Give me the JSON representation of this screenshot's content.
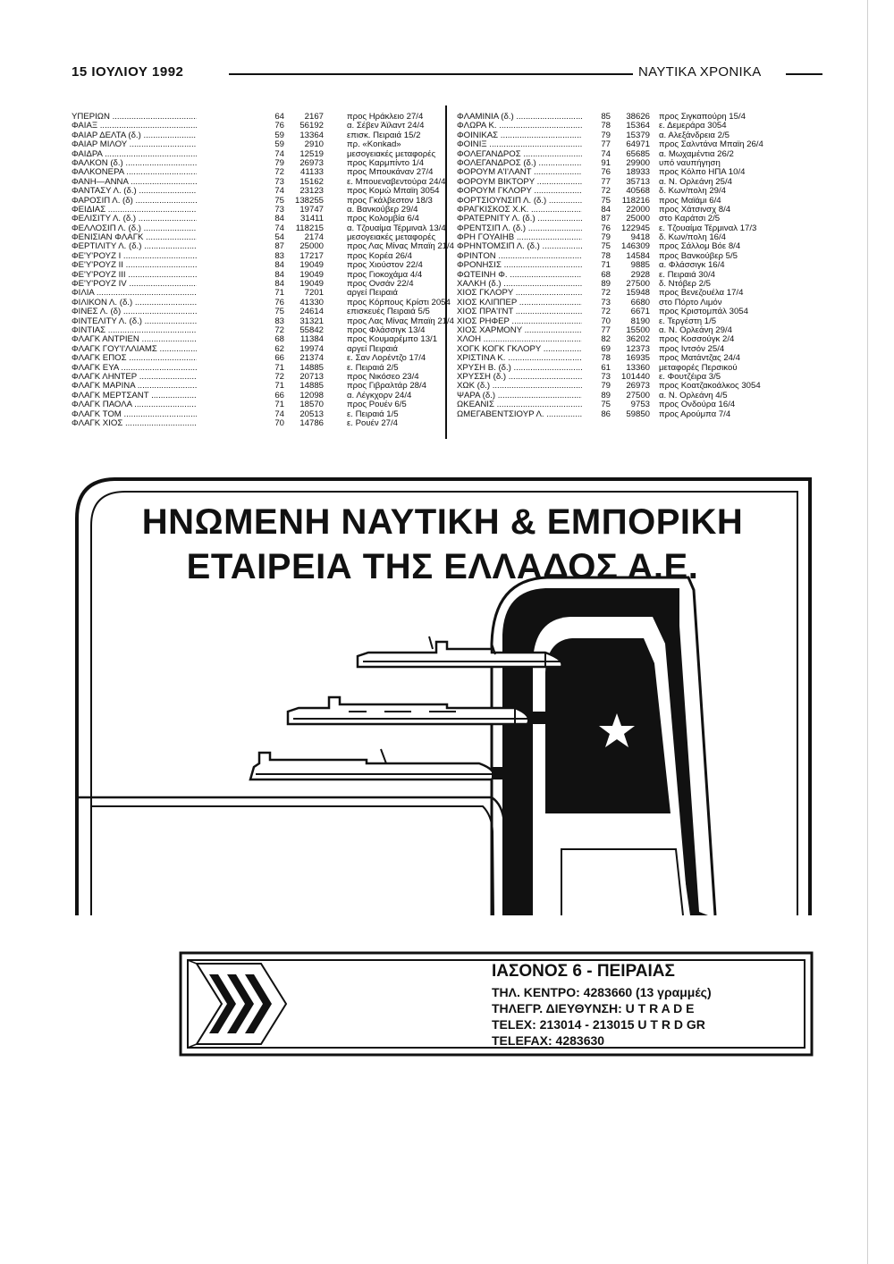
{
  "header": {
    "date": "15 ΙΟΥΛΙΟΥ 1992",
    "publication": "ΝΑΥΤΙΚΑ ΧΡΟΝΙΚΑ"
  },
  "ship_list_left": [
    {
      "name": "ΥΠΕΡΙΩΝ",
      "age": "64",
      "dwt": "2167",
      "position": "προς Ηράκλειο 27/4"
    },
    {
      "name": "ΦΑΙΑΞ",
      "age": "76",
      "dwt": "56192",
      "position": "α. Σέβεν Άϊλαντ 24/4"
    },
    {
      "name": "ΦΑΙΑΡ ΔΕΛΤΑ (δ.)",
      "age": "59",
      "dwt": "13364",
      "position": "επισκ. Πειραιά 15/2"
    },
    {
      "name": "ΦΑΙΑΡ ΜΙΛΟΥ",
      "age": "59",
      "dwt": "2910",
      "position": "πρ. «Konkad»"
    },
    {
      "name": "ΦΑΙΔΡΑ",
      "age": "74",
      "dwt": "12519",
      "position": "μεσογειακές μεταφορές"
    },
    {
      "name": "ΦΑΛΚΟΝ (δ.)",
      "age": "79",
      "dwt": "26973",
      "position": "προς Καρμπίντο 1/4"
    },
    {
      "name": "ΦΑΛΚΟΝΕΡΑ",
      "age": "72",
      "dwt": "41133",
      "position": "προς Μπουκάναν 27/4"
    },
    {
      "name": "ΦΑΝΗ—ΑΝΝΑ",
      "age": "73",
      "dwt": "15162",
      "position": "ε. Μπουεναβεντούρα 24/4"
    },
    {
      "name": "ΦΑΝΤΑΣΥ Λ. (δ.)",
      "age": "74",
      "dwt": "23123",
      "position": "προς Κομώ Μπαϊη 3054"
    },
    {
      "name": "ΦΑΡΟΣΙΠ Λ. (δ)",
      "age": "75",
      "dwt": "138255",
      "position": "προς Γκάλβεστον 18/3"
    },
    {
      "name": "ΦΕΙΔΙΑΣ",
      "age": "73",
      "dwt": "19747",
      "position": "α. Βανκούβερ 29/4"
    },
    {
      "name": "ΦΕΛΙΣΙΤΥ Λ. (δ.)",
      "age": "84",
      "dwt": "31411",
      "position": "προς Κολομβία 6/4"
    },
    {
      "name": "ΦΕΛΛΟΣΙΠ Λ. (δ.)",
      "age": "74",
      "dwt": "118215",
      "position": "α. Τζουαίμα Τέρμιναλ 13/4"
    },
    {
      "name": "ΦΕΝΙΣΙΑΝ ΦΛΑΓΚ",
      "age": "54",
      "dwt": "2174",
      "position": "μεσογειακές μεταφορές"
    },
    {
      "name": "ΦΕΡΤΙΛΙΤΥ Λ. (δ.)",
      "age": "87",
      "dwt": "25000",
      "position": "προς Λας Μίνας Μπαϊη 21/4"
    },
    {
      "name": "ΦΕ'Υ'ΡΟΥΖ Ι",
      "age": "83",
      "dwt": "17217",
      "position": "προς Κορέα 26/4"
    },
    {
      "name": "ΦΕ'Υ'ΡΟΥΖ ΙΙ",
      "age": "84",
      "dwt": "19049",
      "position": "προς Χιούστον 22/4"
    },
    {
      "name": "ΦΕ'Υ'ΡΟΥΖ ΙΙΙ",
      "age": "84",
      "dwt": "19049",
      "position": "προς Γιοκοχάμα 4/4"
    },
    {
      "name": "ΦΕ'Υ'ΡΟΥΖ ΙV",
      "age": "84",
      "dwt": "19049",
      "position": "προς Ονσάν 22/4"
    },
    {
      "name": "ΦΙΛΙΑ",
      "age": "71",
      "dwt": "7201",
      "position": "αργεί Πειραιά"
    },
    {
      "name": "ΦΙΛΙΚΟΝ Λ. (δ.)",
      "age": "76",
      "dwt": "41330",
      "position": "προς Κόρπους Κρίστι 2054"
    },
    {
      "name": "ΦΙΝΕΣ Λ. (δ)",
      "age": "75",
      "dwt": "24614",
      "position": "επισκευές Πειραιά 5/5"
    },
    {
      "name": "ΦΙΝΤΕΛΙΤΥ Λ. (δ.)",
      "age": "83",
      "dwt": "31321",
      "position": "προς Λας Μίνας Μπαϊη 21/4"
    },
    {
      "name": "ΦΙΝΤΙΑΣ",
      "age": "72",
      "dwt": "55842",
      "position": "προς Φλάσσιγκ 13/4"
    },
    {
      "name": "ΦΛΑΓΚ ΑΝΤΡΙΕΝ",
      "age": "68",
      "dwt": "11384",
      "position": "προς Κουμαρέμπο 13/1"
    },
    {
      "name": "ΦΛΑΓΚ ΓΟΥ'Ι'ΛΛΙΑΜΣ",
      "age": "62",
      "dwt": "19974",
      "position": "αργεί Πειραιά"
    },
    {
      "name": "ΦΛΑΓΚ ΕΠΟΣ",
      "age": "66",
      "dwt": "21374",
      "position": "ε. Σαν Λορέντζο 17/4"
    },
    {
      "name": "ΦΛΑΓΚ ΕΥΑ",
      "age": "71",
      "dwt": "14885",
      "position": "ε. Πειραιά 2/5"
    },
    {
      "name": "ΦΛΑΓΚ ΛΗΝΤΕΡ",
      "age": "72",
      "dwt": "20713",
      "position": "προς Νικόσεο 23/4"
    },
    {
      "name": "ΦΛΑΓΚ ΜΑΡΙΝΑ",
      "age": "71",
      "dwt": "14885",
      "position": "προς Γιβραλτάρ 28/4"
    },
    {
      "name": "ΦΛΑΓΚ ΜΕΡΤΣΑΝΤ",
      "age": "66",
      "dwt": "12098",
      "position": "α. Λέγκχορν 24/4"
    },
    {
      "name": "ΦΛΑΓΚ ΠΑΟΛΑ",
      "age": "71",
      "dwt": "18570",
      "position": "προς Ρουέν 6/5"
    },
    {
      "name": "ΦΛΑΓΚ ΤΟΜ",
      "age": "74",
      "dwt": "20513",
      "position": "ε. Πειραιά 1/5"
    },
    {
      "name": "ΦΛΑΓΚ ΧΙΟΣ",
      "age": "70",
      "dwt": "14786",
      "position": "ε. Ρουέν 27/4"
    }
  ],
  "ship_list_right": [
    {
      "name": "ΦΛΑΜΙΝΙΑ (δ.)",
      "age": "85",
      "dwt": "38626",
      "position": "προς Σιγκαπούρη 15/4"
    },
    {
      "name": "ΦΛΩΡΑ Κ.",
      "age": "78",
      "dwt": "15364",
      "position": "ε. Δεμεράρα 3054"
    },
    {
      "name": "ΦΟΙΝΙΚΑΣ",
      "age": "79",
      "dwt": "15379",
      "position": "α. Αλεξάνδρεια 2/5"
    },
    {
      "name": "ΦΟΙΝΙΞ",
      "age": "77",
      "dwt": "64971",
      "position": "προς Σαλντάνα Μπαϊη 26/4"
    },
    {
      "name": "ΦΟΛΕΓΑΝΔΡΟΣ",
      "age": "74",
      "dwt": "65685",
      "position": "α. Μωχαμέντια 26/2"
    },
    {
      "name": "ΦΟΛΕΓΑΝΔΡΟΣ (δ.)",
      "age": "91",
      "dwt": "29900",
      "position": "υπό ναυπήγηση"
    },
    {
      "name": "ΦΟΡΟΥΜ Α'Ι'ΛΑΝΤ",
      "age": "76",
      "dwt": "18933",
      "position": "προς Κόλπο ΗΠΑ 10/4"
    },
    {
      "name": "ΦΟΡΟΥΜ ΒΙΚΤΟΡΥ",
      "age": "77",
      "dwt": "35713",
      "position": "α. Ν. Ορλεάνη 25/4"
    },
    {
      "name": "ΦΟΡΟΥΜ ΓΚΛΟΡΥ",
      "age": "72",
      "dwt": "40568",
      "position": "δ. Κων/πολη 29/4"
    },
    {
      "name": "ΦΟΡΤΣΙΟΥΝΣΙΠ Λ. (δ.)",
      "age": "75",
      "dwt": "118216",
      "position": "προς Μαϊάμι 6/4"
    },
    {
      "name": "ΦΡΑΓΚΙΣΚΟΣ Χ.Κ.",
      "age": "84",
      "dwt": "22000",
      "position": "προς Χάτσινσχ 8/4"
    },
    {
      "name": "ΦΡΑΤΕΡΝΙΤΥ Λ. (δ.)",
      "age": "87",
      "dwt": "25000",
      "position": "στο Καράτσι 2/5"
    },
    {
      "name": "ΦΡΕΝΤΣΙΠ Λ. (δ.)",
      "age": "76",
      "dwt": "122945",
      "position": "ε. Τζουαίμα Τέρμιναλ 17/3"
    },
    {
      "name": "ΦΡΗ ΓΟΥΑΙΗΒ",
      "age": "79",
      "dwt": "9418",
      "position": "δ. Κων/πολη 16/4"
    },
    {
      "name": "ΦΡΗΝΤΟΜΣΙΠ Λ. (δ.)",
      "age": "75",
      "dwt": "146309",
      "position": "προς Σάλλομ Βόε 8/4"
    },
    {
      "name": "ΦΡΙΝΤΟΝ",
      "age": "78",
      "dwt": "14584",
      "position": "προς Βανκούβερ 5/5"
    },
    {
      "name": "ΦΡΟΝΗΣΙΣ",
      "age": "71",
      "dwt": "9885",
      "position": "α. Φλάσσιγκ 16/4"
    },
    {
      "name": "ΦΩΤΕΙΝΗ Φ.",
      "age": "68",
      "dwt": "2928",
      "position": "ε. Πειραιά 30/4"
    },
    {
      "name": "ΧΑΛΚΗ (δ.)",
      "age": "89",
      "dwt": "27500",
      "position": "δ. Ντόβερ 2/5"
    },
    {
      "name": "ΧΙΟΣ ΓΚΛΟΡΥ",
      "age": "72",
      "dwt": "15948",
      "position": "προς Βενεζουέλα 17/4"
    },
    {
      "name": "ΧΙΟΣ ΚΛΙΠΠΕΡ",
      "age": "73",
      "dwt": "6680",
      "position": "στο Πόρτο Λιμόν"
    },
    {
      "name": "ΧΙΟΣ ΠΡΑ'Ι'ΝΤ",
      "age": "72",
      "dwt": "6671",
      "position": "προς Κριστομπάλ 3054"
    },
    {
      "name": "ΧΙΟΣ ΡΗΦΕΡ",
      "age": "70",
      "dwt": "8190",
      "position": "ε. Τεργέστη 1/5"
    },
    {
      "name": "ΧΙΟΣ ΧΑΡΜΟΝΥ",
      "age": "77",
      "dwt": "15500",
      "position": "α. Ν. Ορλεάνη 29/4"
    },
    {
      "name": "ΧΛΟΗ",
      "age": "82",
      "dwt": "36202",
      "position": "προς Κοσσούγκ 2/4"
    },
    {
      "name": "ΧΟΓΚ ΚΟΓΚ ΓΚΛΟΡΥ",
      "age": "69",
      "dwt": "12373",
      "position": "προς Ιντσόν 25/4"
    },
    {
      "name": "ΧΡΙΣΤΙΝΑ Κ.",
      "age": "78",
      "dwt": "16935",
      "position": "προς Ματάντζας 24/4"
    },
    {
      "name": "ΧΡΥΣΗ Β. (δ.)",
      "age": "61",
      "dwt": "13360",
      "position": "μεταφορές Περσικού"
    },
    {
      "name": "ΧΡΥΣΣΗ (δ.)",
      "age": "73",
      "dwt": "101440",
      "position": "ε. Φουτζέιρα 3/5"
    },
    {
      "name": "ΧΩΚ (δ.)",
      "age": "79",
      "dwt": "26973",
      "position": "προς Κοατζακοάλκος 3054"
    },
    {
      "name": "ΨΑΡΑ (δ.)",
      "age": "89",
      "dwt": "27500",
      "position": "α. Ν. Ορλεάνη 4/5"
    },
    {
      "name": "ΩΚΕΑΝΙΣ",
      "age": "75",
      "dwt": "9753",
      "position": "προς Ονδούρα 16/4"
    },
    {
      "name": "ΩΜΕΓΑΒΕΝΤΣΙΟΥΡ Λ.",
      "age": "86",
      "dwt": "59850",
      "position": "προς Αρούμπα 7/4"
    }
  ],
  "advert": {
    "title_line1": "ΗΝΩΜΕΝΗ ΝΑΥΤΙΚΗ & ΕΜΠΟΡΙΚΗ",
    "title_line2": "ΕΤΑΙΡΕΙΑ ΤΗΣ ΕΛΛΑΔΟΣ Α.Ε."
  },
  "contact": {
    "address": "ΙΑΣΟΝΟΣ 6 - ΠΕΙΡΑΙΑΣ",
    "phone": "ΤΗΛ. ΚΕΝΤΡΟ: 4283660 (13 γραμμές)",
    "telegraph": "ΤΗΛΕΓΡ. ΔΙΕΥΘΥΝΣΗ: U T R A D E",
    "telex": "TELEX: 213014 - 213015 U T R D GR",
    "telefax": "TELEFAX: 4283630"
  }
}
